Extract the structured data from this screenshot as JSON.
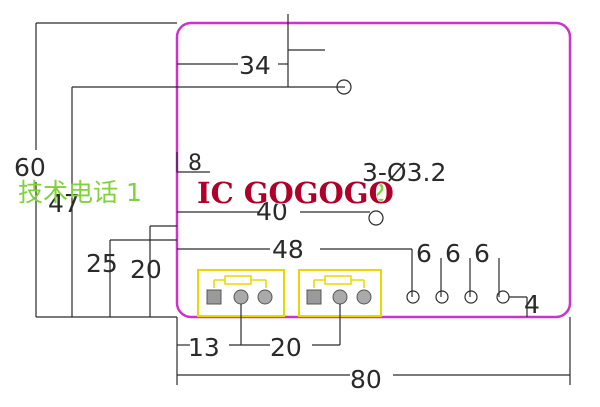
{
  "dimensions": {
    "overall_height": "60",
    "height_47": "47",
    "hole_pitch_34": "34",
    "holes_label": "3-Ø3.2",
    "offset_8": "8",
    "offset_40": "40",
    "height_25": "25",
    "height_20": "20",
    "span_48": "48",
    "pitch_6a": "6",
    "pitch_6b": "6",
    "pitch_6c": "6",
    "edge_4": "4",
    "pitch_13": "13",
    "pitch_20": "20",
    "overall_width": "80"
  },
  "watermark": {
    "chinese_text": "技术电话 1",
    "trailing_digits": "2",
    "logo_text": "IC GOGOGO"
  },
  "colors": {
    "board_outline": "#cc33cc",
    "relay_outline": "#e8d800",
    "pad_square": "#9a9a9a",
    "pad_round": "#aaaaaa",
    "dimension_lines": "#2a2a2a",
    "watermark_green": "#7fd23a",
    "watermark_red": "#b0002a"
  }
}
